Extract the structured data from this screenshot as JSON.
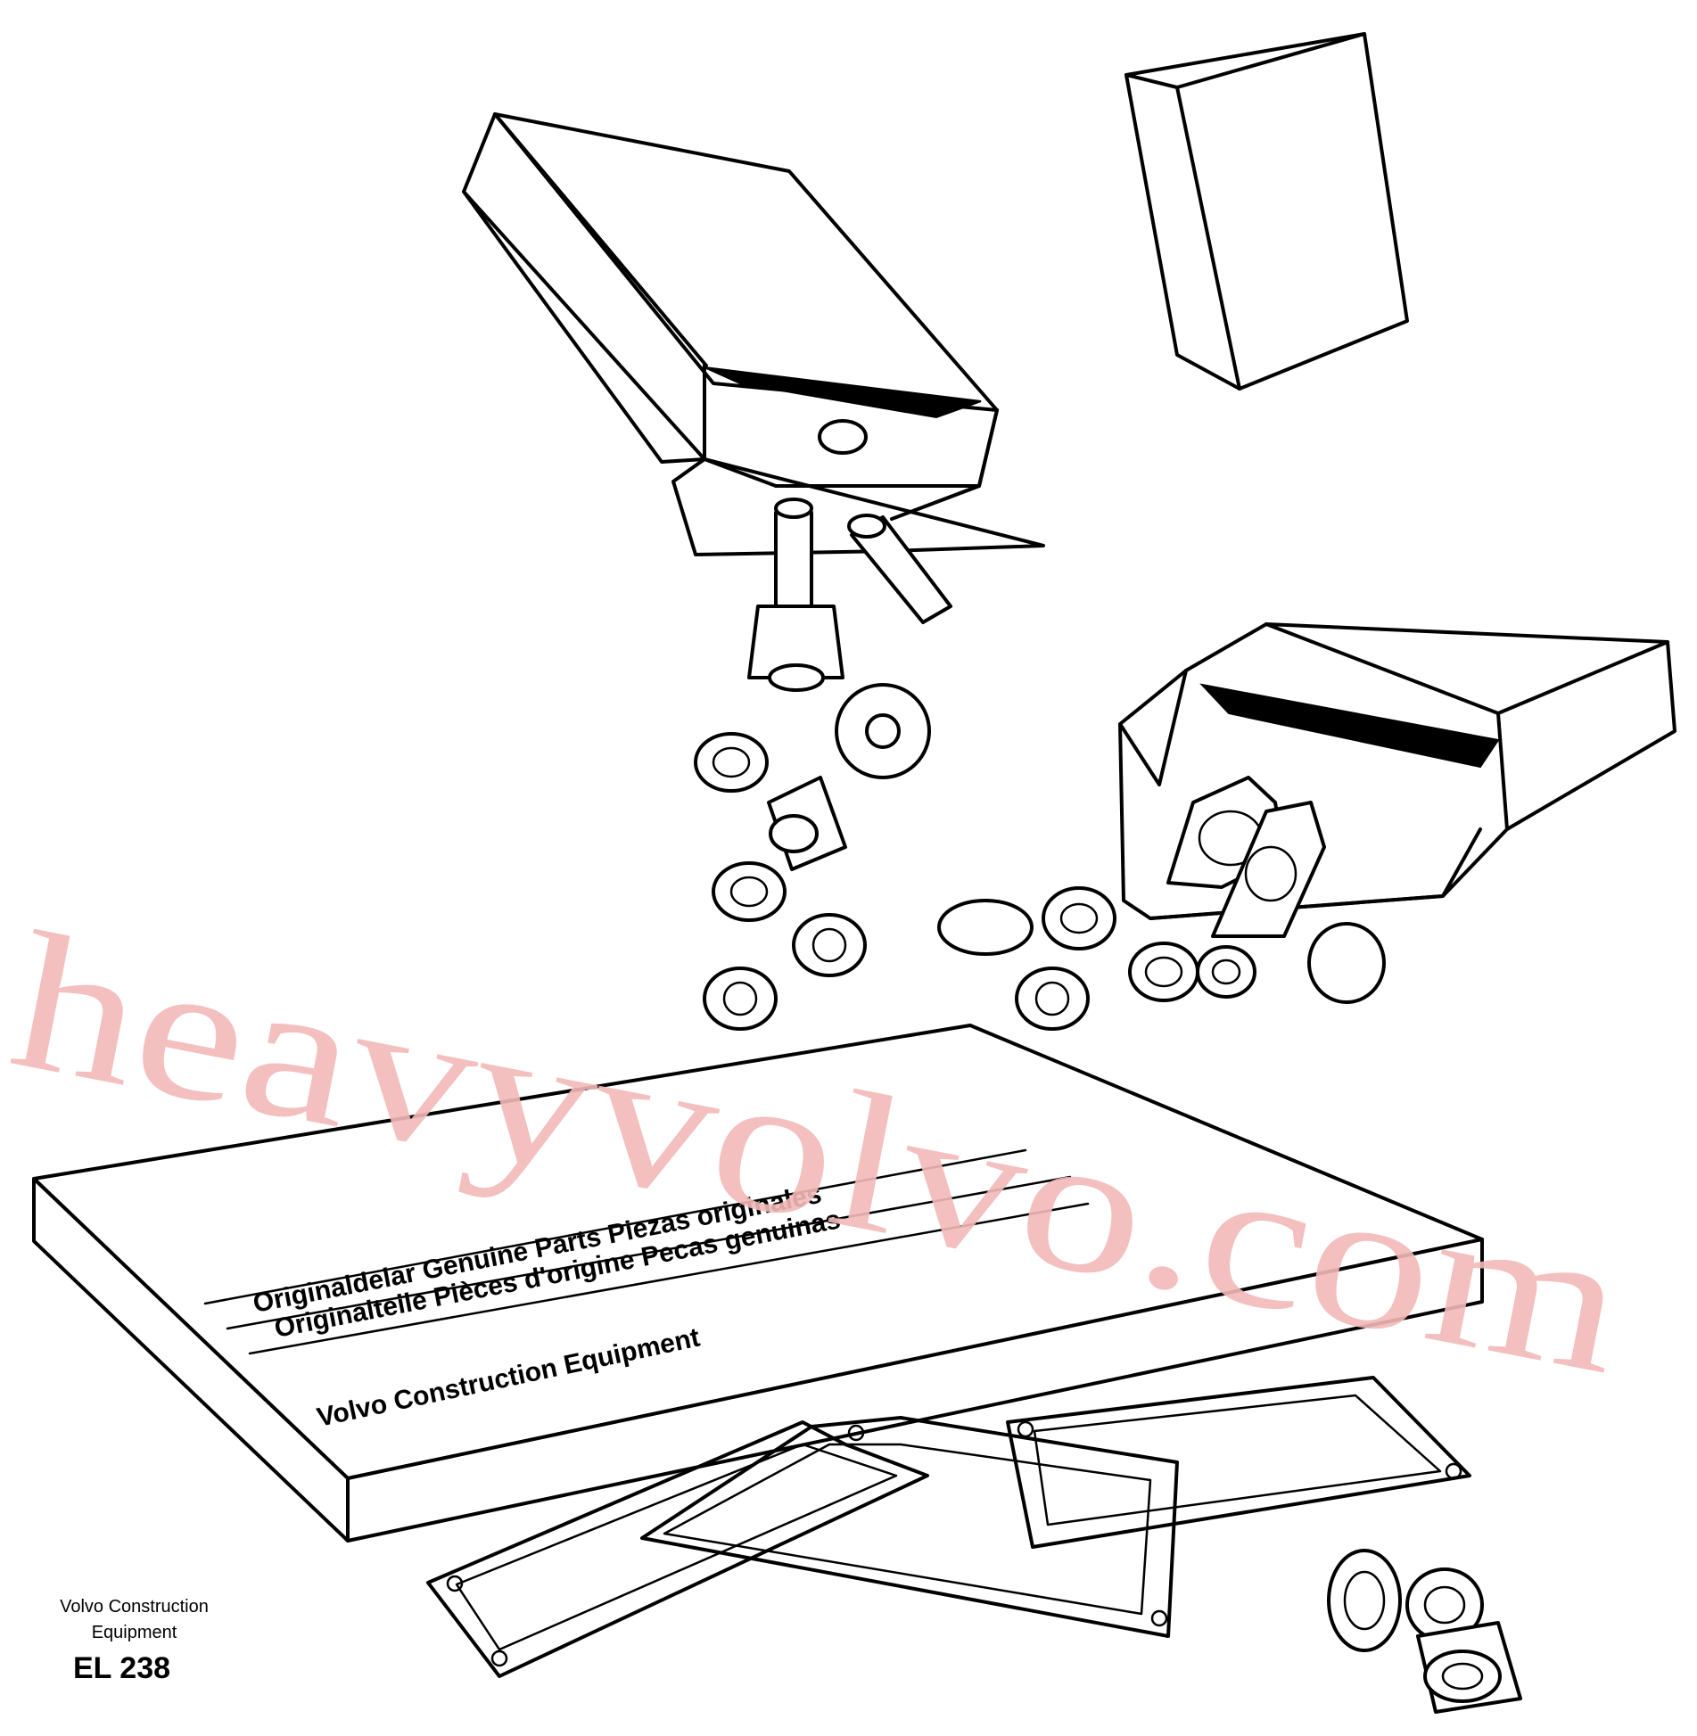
{
  "manual": {
    "line1": "Originaldelar Genuine Parts Piezas originales",
    "line2": "Originalteile Pièces d'origine Pecas genuinas",
    "line3": "Volvo Construction Equipment"
  },
  "caption": {
    "company": "Volvo Construction Equipment",
    "code": "EL 238"
  },
  "watermark": "heavyvolvo.com",
  "colors": {
    "line": "#000000",
    "watermark": "#f2b9b9",
    "background": "#ffffff"
  }
}
